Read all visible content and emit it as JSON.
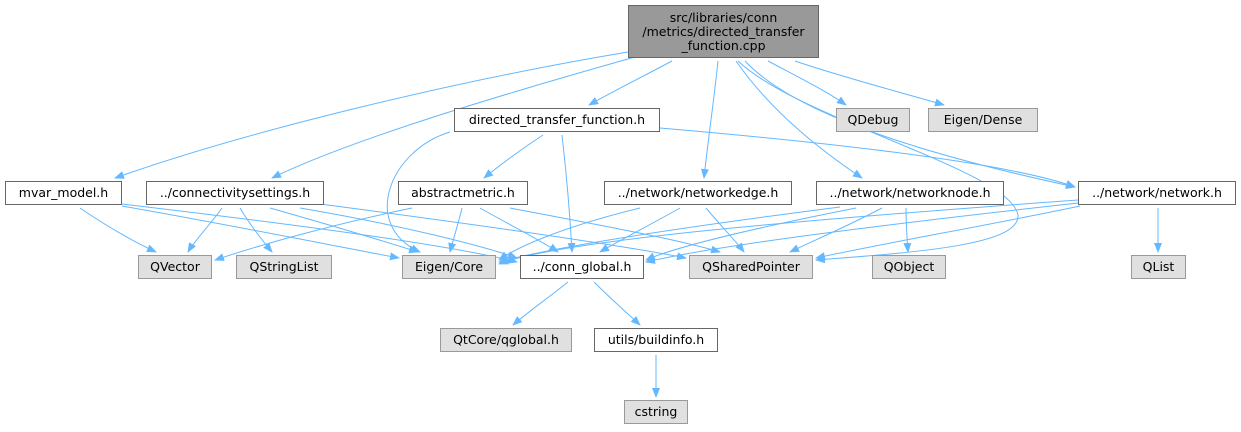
{
  "graph": {
    "root": {
      "lines": [
        "src/libraries/conn",
        "/metrics/directed_transfer",
        "_function.cpp"
      ]
    },
    "nodes": {
      "directed_transfer_function_h": "directed_transfer_function.h",
      "qdebug": "QDebug",
      "eigen_dense": "Eigen/Dense",
      "mvar_model_h": "mvar_model.h",
      "connectivitysettings_h": "../connectivitysettings.h",
      "abstractmetric_h": "abstractmetric.h",
      "networkedge_h": "../network/networkedge.h",
      "networknode_h": "../network/networknode.h",
      "network_h": "../network/network.h",
      "qvector": "QVector",
      "qstringlist": "QStringList",
      "eigen_core": "Eigen/Core",
      "conn_global_h": "../conn_global.h",
      "qsharedpointer": "QSharedPointer",
      "qobject": "QObject",
      "qlist": "QList",
      "qtcore_qglobal_h": "QtCore/qglobal.h",
      "utils_buildinfo_h": "utils/buildinfo.h",
      "cstring": "cstring"
    },
    "edge_color": "#63b8ff",
    "external_fill": "#e0e0e0",
    "root_fill": "#999999"
  }
}
